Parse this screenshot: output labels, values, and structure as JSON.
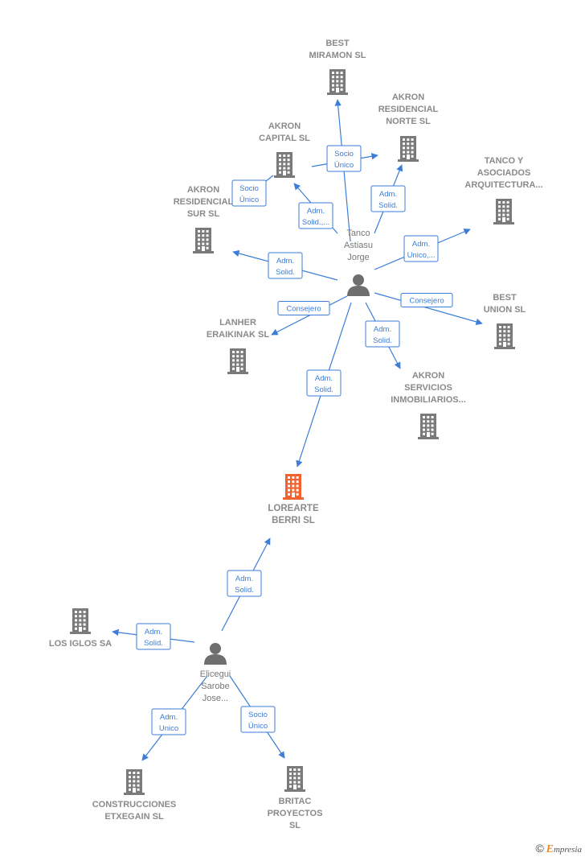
{
  "colors": {
    "building": "#7a7a7a",
    "focus": "#f2622e",
    "person": "#6e6e6e",
    "edge": "#3b7dd8"
  },
  "brand": {
    "copyright_symbol": "©",
    "initial": "E",
    "rest": "mpresia"
  },
  "companies": [
    {
      "id": "best-miramon",
      "lines": [
        "BEST",
        "MIRAMON  SL"
      ]
    },
    {
      "id": "akron-residencial-norte",
      "lines": [
        "AKRON",
        "RESIDENCIAL",
        "NORTE  SL"
      ]
    },
    {
      "id": "akron-capital",
      "lines": [
        "AKRON",
        "CAPITAL  SL"
      ]
    },
    {
      "id": "tanco-asociados",
      "lines": [
        "TANCO Y",
        "ASOCIADOS",
        "ARQUITECTURA..."
      ]
    },
    {
      "id": "akron-residencial-sur",
      "lines": [
        "AKRON",
        "RESIDENCIAL",
        "SUR  SL"
      ]
    },
    {
      "id": "best-union",
      "lines": [
        "BEST",
        "UNION  SL"
      ]
    },
    {
      "id": "lanher-eraikinak",
      "lines": [
        "LANHER",
        "ERAIKINAK  SL"
      ]
    },
    {
      "id": "akron-servicios",
      "lines": [
        "AKRON",
        "SERVICIOS",
        "INMOBILIARIOS..."
      ]
    },
    {
      "id": "lorearte-berri",
      "lines": [
        "LOREARTE",
        "BERRI  SL"
      ],
      "focus": true
    },
    {
      "id": "los-iglos",
      "lines": [
        "LOS IGLOS SA"
      ]
    },
    {
      "id": "construcciones-etxegain",
      "lines": [
        "CONSTRUCCIONES",
        "ETXEGAIN SL"
      ]
    },
    {
      "id": "britac-proyectos",
      "lines": [
        "BRITAC",
        "PROYECTOS",
        "SL"
      ]
    }
  ],
  "persons": [
    {
      "id": "tanco",
      "lines": [
        "Tanco",
        "Astiasu",
        "Jorge"
      ]
    },
    {
      "id": "elicegui",
      "lines": [
        "Elicegui",
        "Sarobe",
        "Jose..."
      ]
    }
  ],
  "edges": [
    {
      "from": "tanco",
      "to": "best-miramon",
      "lines": [
        "Socio",
        "Único"
      ]
    },
    {
      "from": "tanco",
      "to": "akron-residencial-norte",
      "lines": [
        "Adm.",
        "Solid."
      ]
    },
    {
      "from": "tanco",
      "to": "akron-capital",
      "lines": [
        "Adm.",
        "Solid.,..."
      ]
    },
    {
      "from": "akron-capital",
      "to": "akron-residencial-norte",
      "lines": [
        "Socio",
        "Único"
      ]
    },
    {
      "from": "akron-capital",
      "to": "akron-residencial-sur",
      "lines": [
        "Socio",
        "Único"
      ]
    },
    {
      "from": "tanco",
      "to": "tanco-asociados",
      "lines": [
        "Adm.",
        "Unico,..."
      ]
    },
    {
      "from": "tanco",
      "to": "akron-residencial-sur",
      "lines": [
        "Adm.",
        "Solid."
      ]
    },
    {
      "from": "tanco",
      "to": "best-union",
      "lines": [
        "Consejero"
      ]
    },
    {
      "from": "tanco",
      "to": "lanher-eraikinak",
      "lines": [
        "Consejero"
      ]
    },
    {
      "from": "tanco",
      "to": "akron-servicios",
      "lines": [
        "Adm.",
        "Solid."
      ]
    },
    {
      "from": "tanco",
      "to": "lorearte-berri",
      "lines": [
        "Adm.",
        "Solid."
      ]
    },
    {
      "from": "elicegui",
      "to": "lorearte-berri",
      "lines": [
        "Adm.",
        "Solid."
      ]
    },
    {
      "from": "elicegui",
      "to": "los-iglos",
      "lines": [
        "Adm.",
        "Solid."
      ]
    },
    {
      "from": "elicegui",
      "to": "construcciones-etxegain",
      "lines": [
        "Adm.",
        "Unico"
      ]
    },
    {
      "from": "elicegui",
      "to": "britac-proyectos",
      "lines": [
        "Socio",
        "Único"
      ]
    }
  ]
}
